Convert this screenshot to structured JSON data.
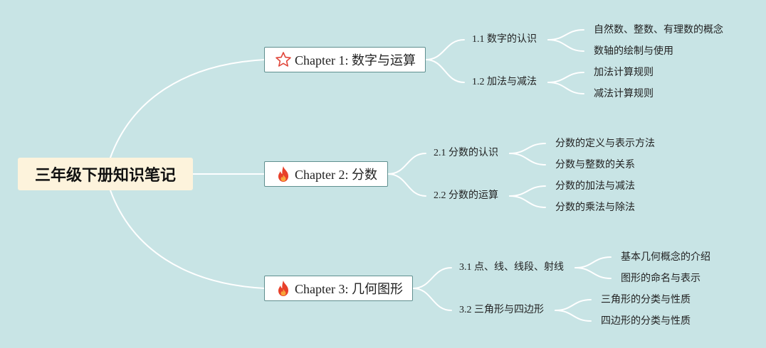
{
  "root": {
    "title": "三年级下册知识笔记"
  },
  "chapters": [
    {
      "label": "Chapter 1: 数字与运算",
      "icon": "star-outline-icon",
      "icon_color": "#e0463a",
      "sections": [
        {
          "label": "1.1 数字的认识",
          "items": [
            "自然数、整数、有理数的概念",
            "数轴的绘制与使用"
          ]
        },
        {
          "label": "1.2 加法与减法",
          "items": [
            "加法计算规则",
            "减法计算规则"
          ]
        }
      ]
    },
    {
      "label": "Chapter 2: 分数",
      "icon": "fire-icon",
      "icon_color": "#e8402a",
      "sections": [
        {
          "label": "2.1 分数的认识",
          "items": [
            "分数的定义与表示方法",
            "分数与整数的关系"
          ]
        },
        {
          "label": "2.2 分数的运算",
          "items": [
            "分数的加法与减法",
            "分数的乘法与除法"
          ]
        }
      ]
    },
    {
      "label": "Chapter 3: 几何图形",
      "icon": "fire-icon",
      "icon_color": "#e8402a",
      "sections": [
        {
          "label": "3.1 点、线、线段、射线",
          "items": [
            "基本几何概念的介绍",
            "图形的命名与表示"
          ]
        },
        {
          "label": "3.2 三角形与四边形",
          "items": [
            "三角形的分类与性质",
            "四边形的分类与性质"
          ]
        }
      ]
    }
  ],
  "colors": {
    "background": "#c8e4e5",
    "connector": "#ffffff",
    "root_fill": "#fdf3dc",
    "chapter_border": "#5f8f8f"
  }
}
